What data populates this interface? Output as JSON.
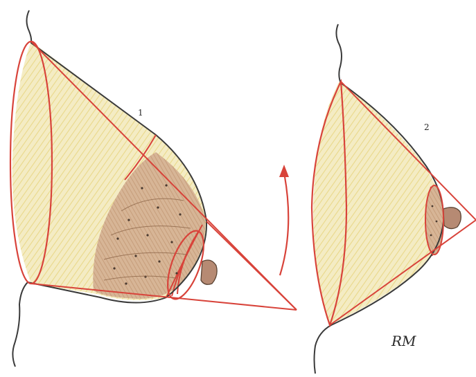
{
  "figure": {
    "left_panel": {
      "label": "1"
    },
    "right_panel": {
      "label": "2"
    },
    "signature": "RM",
    "colors": {
      "outline_red": "#d8433a",
      "body_contour": "#3a3a3a",
      "yellow_shading": "#efe3a4",
      "brown_shading": "#cfa886",
      "nipple": "#b68a73",
      "dots": "#4a3a30"
    }
  }
}
